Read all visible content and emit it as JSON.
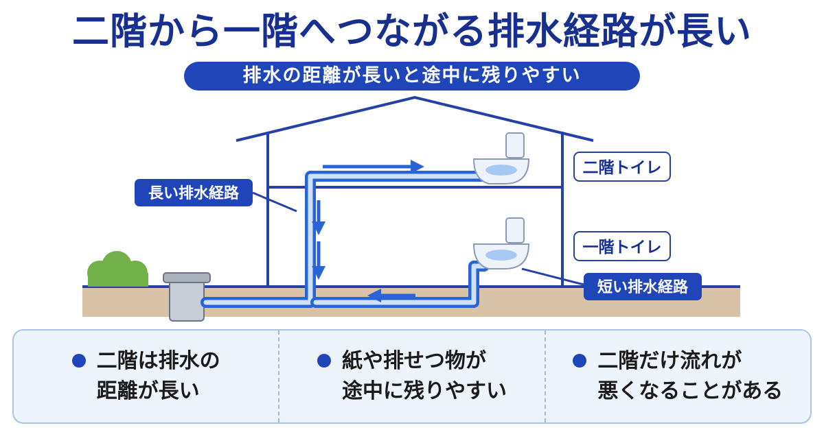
{
  "title": "二階から一階へつながる排水経路が長い",
  "subtitle": "排水の距離が長いと途中に残りやすい",
  "labels": {
    "second_floor_toilet": "二階トイレ",
    "first_floor_toilet": "一階トイレ",
    "long_path": "長い排水経路",
    "short_path": "短い排水経路"
  },
  "points": [
    {
      "line1": "二階は排水の",
      "line2": "距離が長い"
    },
    {
      "line1": "紙や排せつ物が",
      "line2": "途中に残りやすい"
    },
    {
      "line1": "二階だけ流れが",
      "line2": "悪くなることがある"
    }
  ],
  "colors": {
    "navy": "#17308f",
    "accent": "#1f45b8",
    "pipe": "#2a63d6",
    "ground": "#d9c3a8",
    "bush": "#72b04a"
  }
}
